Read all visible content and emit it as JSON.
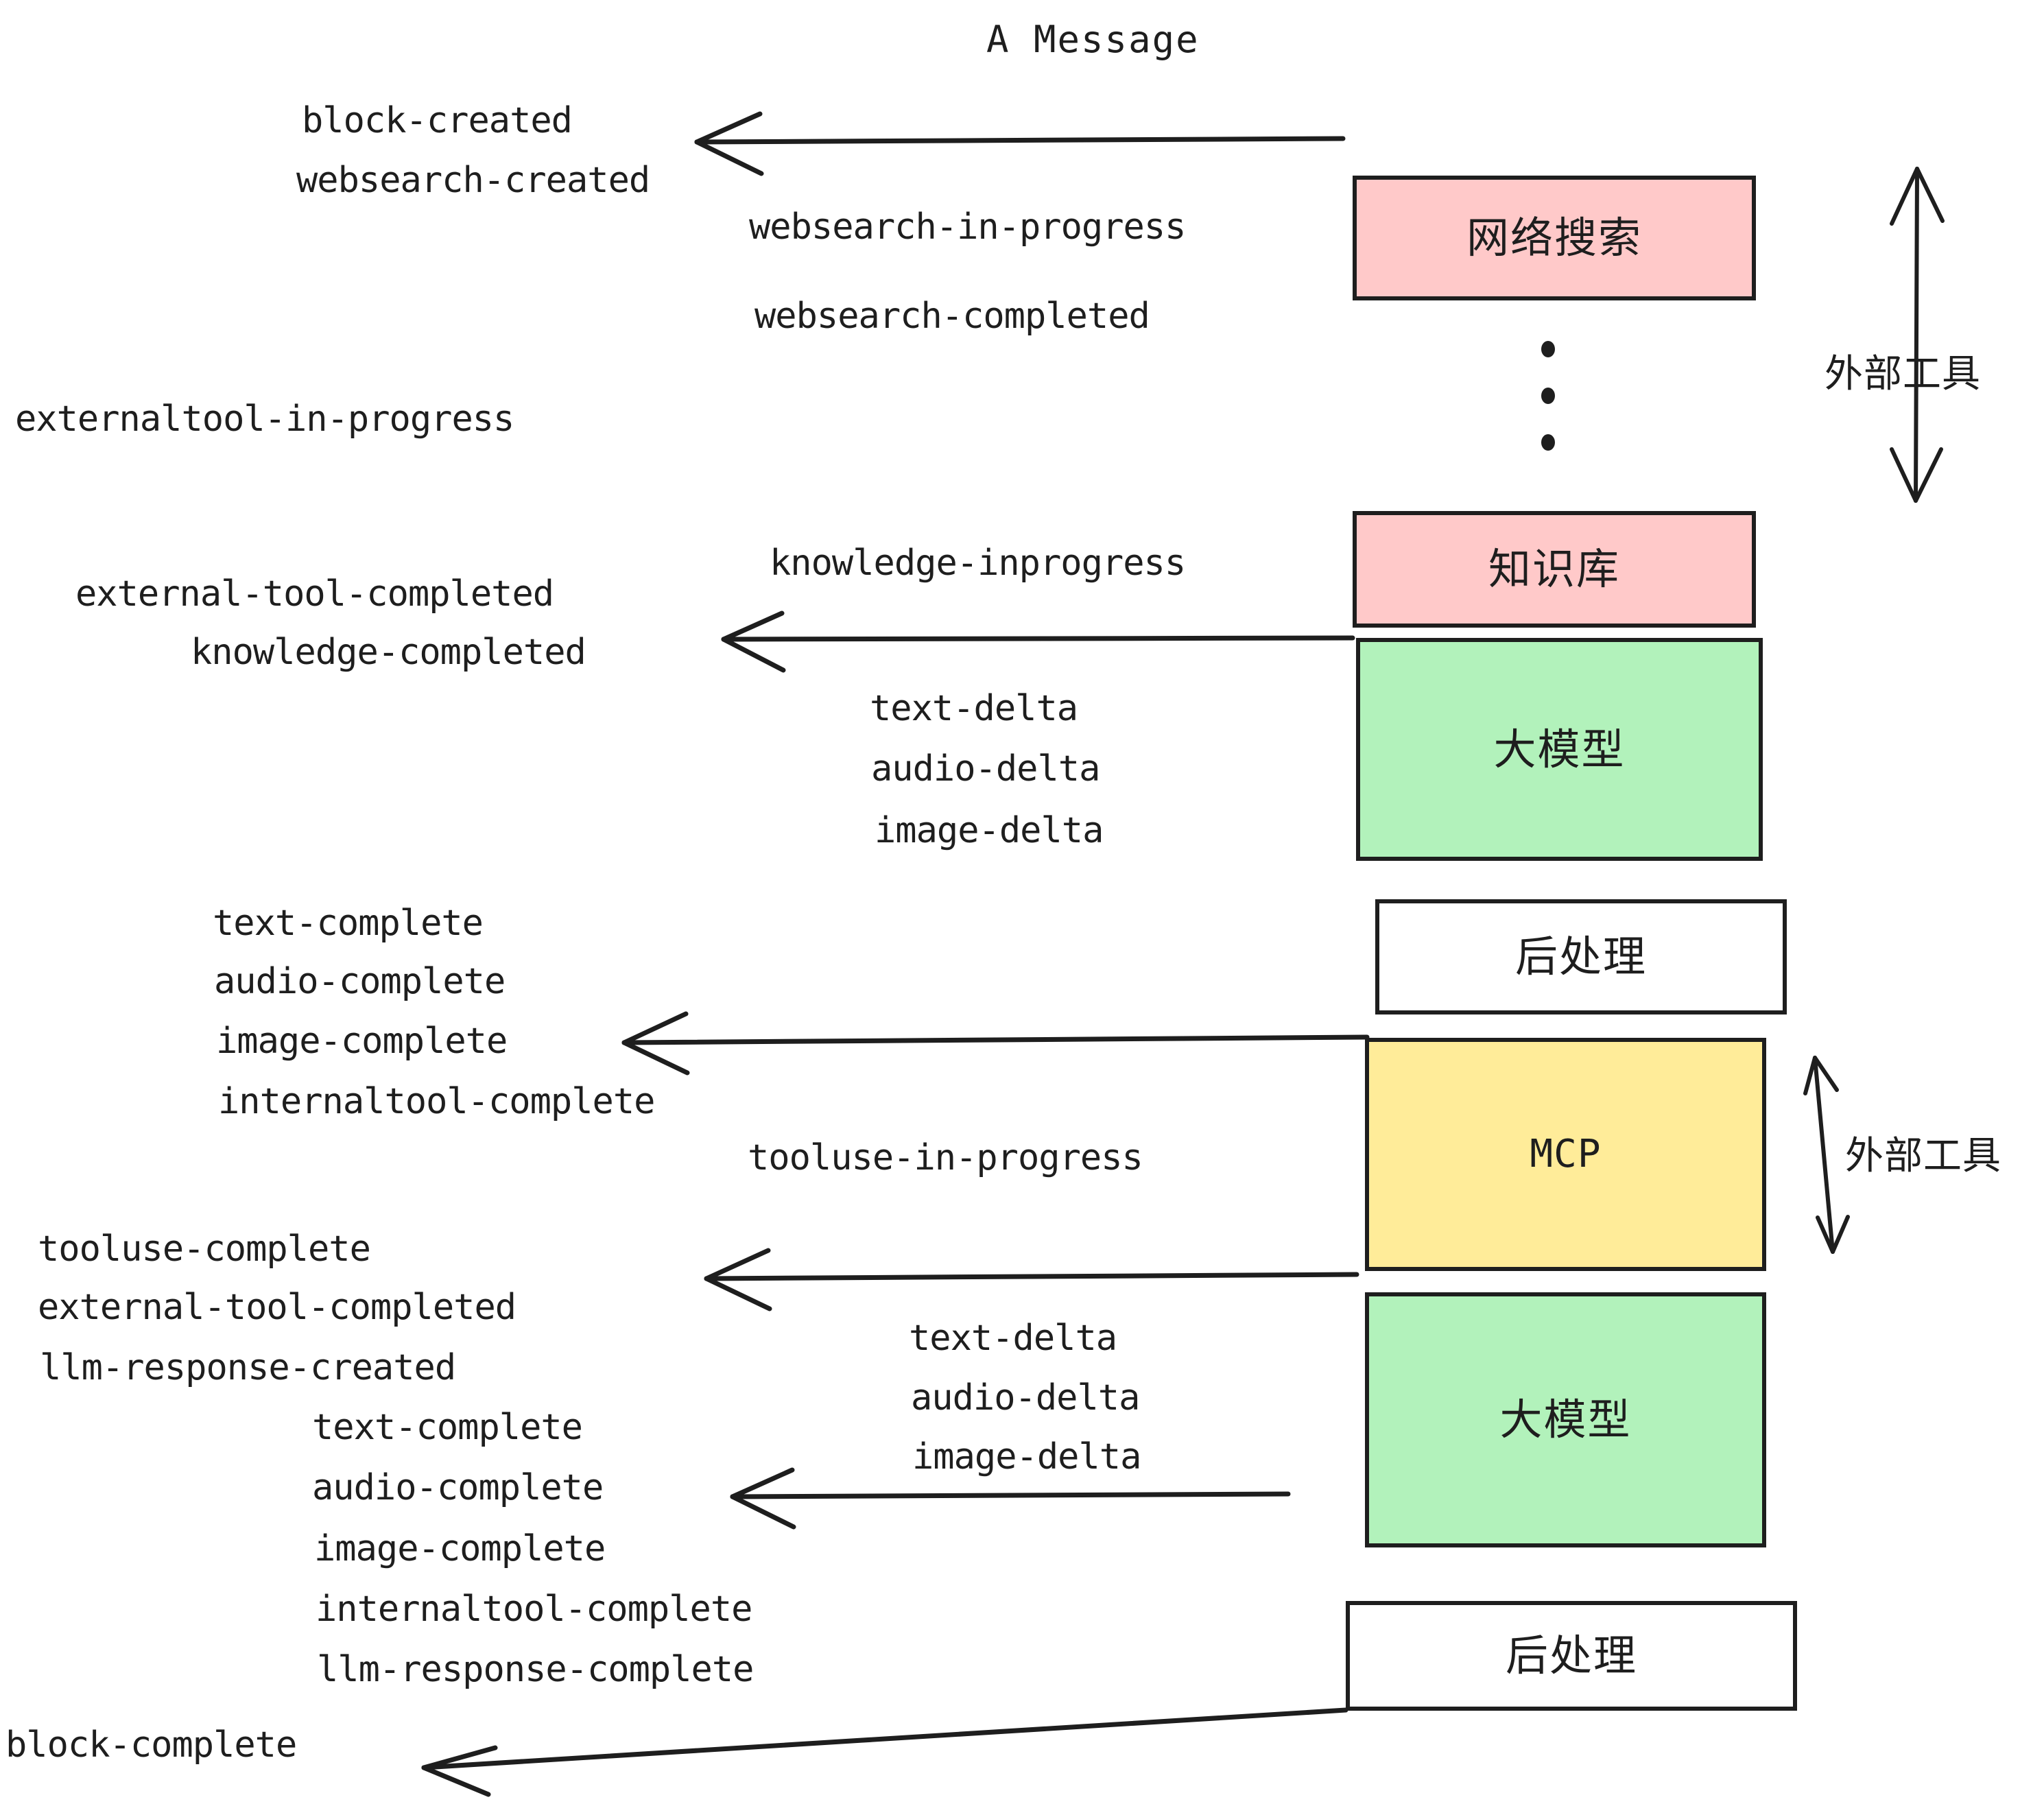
{
  "diagram": {
    "title": "A Message",
    "colors": {
      "pink": "#FFC9C9",
      "green": "#B2F2BB",
      "yellow": "#FFEC99",
      "white": "#FFFFFF",
      "stroke": "#1E1E1E"
    },
    "nodes": [
      {
        "id": "websearch",
        "label": "网络搜索",
        "fill": "#FFC9C9"
      },
      {
        "id": "knowledge",
        "label": "知识库",
        "fill": "#FFC9C9"
      },
      {
        "id": "llm-top",
        "label": "大模型",
        "fill": "#B2F2BB"
      },
      {
        "id": "postproc-top",
        "label": "后处理",
        "fill": "#FFFFFF"
      },
      {
        "id": "mcp",
        "label": "MCP",
        "fill": "#FFEC99"
      },
      {
        "id": "llm-bottom",
        "label": "大模型",
        "fill": "#B2F2BB"
      },
      {
        "id": "postproc-bottom",
        "label": "后处理",
        "fill": "#FFFFFF"
      }
    ],
    "side_labels": [
      {
        "id": "external-tool-top",
        "text": "外部工具"
      },
      {
        "id": "external-tool-bottom",
        "text": "外部工具"
      }
    ],
    "events": [
      {
        "id": "e01",
        "text": "block-created"
      },
      {
        "id": "e02",
        "text": "websearch-created"
      },
      {
        "id": "e03",
        "text": "websearch-in-progress"
      },
      {
        "id": "e04",
        "text": "websearch-completed"
      },
      {
        "id": "e05",
        "text": "externaltool-in-progress"
      },
      {
        "id": "e06",
        "text": "knowledge-inprogress"
      },
      {
        "id": "e07",
        "text": "external-tool-completed"
      },
      {
        "id": "e08",
        "text": "knowledge-completed"
      },
      {
        "id": "e09",
        "text": "text-delta"
      },
      {
        "id": "e10",
        "text": "audio-delta"
      },
      {
        "id": "e11",
        "text": "image-delta"
      },
      {
        "id": "e12",
        "text": "text-complete"
      },
      {
        "id": "e13",
        "text": "audio-complete"
      },
      {
        "id": "e14",
        "text": "image-complete"
      },
      {
        "id": "e15",
        "text": "internaltool-complete"
      },
      {
        "id": "e16",
        "text": "tooluse-in-progress"
      },
      {
        "id": "e17",
        "text": "tooluse-complete"
      },
      {
        "id": "e18",
        "text": "external-tool-completed"
      },
      {
        "id": "e19",
        "text": "llm-response-created"
      },
      {
        "id": "e20",
        "text": "text-delta"
      },
      {
        "id": "e21",
        "text": "audio-delta"
      },
      {
        "id": "e22",
        "text": "image-delta"
      },
      {
        "id": "e23",
        "text": "text-complete"
      },
      {
        "id": "e24",
        "text": "audio-complete"
      },
      {
        "id": "e25",
        "text": "image-complete"
      },
      {
        "id": "e26",
        "text": "internaltool-complete"
      },
      {
        "id": "e27",
        "text": "llm-response-complete"
      },
      {
        "id": "e28",
        "text": "block-complete"
      }
    ]
  }
}
